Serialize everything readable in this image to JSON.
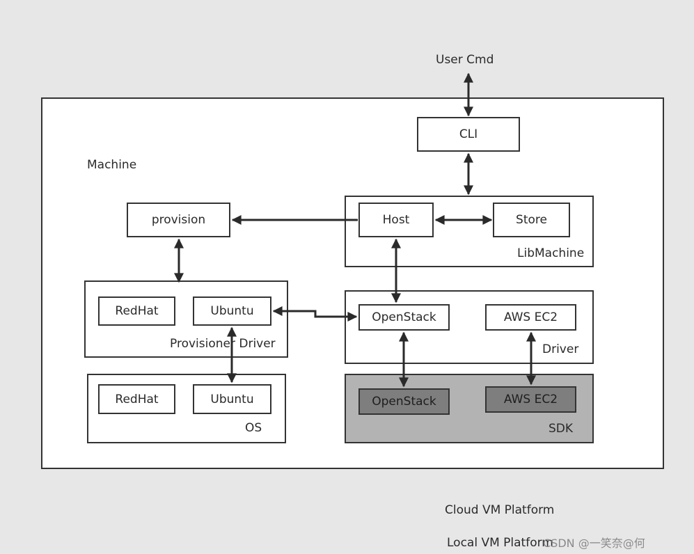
{
  "user_cmd": "User Cmd",
  "machine": {
    "title": "Machine"
  },
  "cli": "CLI",
  "provision": "provision",
  "libmachine": {
    "label": "LibMachine",
    "host": "Host",
    "store": "Store"
  },
  "provisioner_driver": {
    "label": "Provisioner Driver",
    "redhat": "RedHat",
    "ubuntu": "Ubuntu"
  },
  "os": {
    "label": "OS",
    "redhat": "RedHat",
    "ubuntu": "Ubuntu"
  },
  "driver": {
    "label": "Driver",
    "openstack": "OpenStack",
    "aws": "AWS EC2"
  },
  "sdk": {
    "label": "SDK",
    "openstack": "OpenStack",
    "aws": "AWS EC2"
  },
  "footer": {
    "cloud": "Cloud VM Platform",
    "local": "Local VM Platform",
    "watermark": "CSDN @​一笑奈@何"
  }
}
